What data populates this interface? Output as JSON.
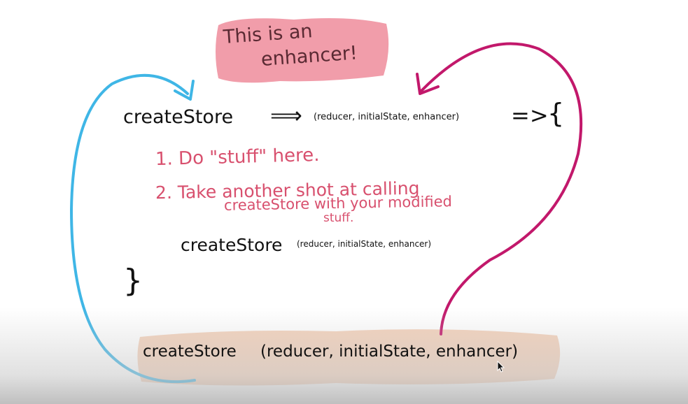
{
  "note": {
    "line1": "This is an",
    "line2": "enhancer!"
  },
  "signature": {
    "name": "createStore",
    "arrow1": "⟹",
    "params": "(reducer, initialState, enhancer)",
    "arrow2": "=>",
    "open_brace": "{"
  },
  "steps": {
    "step1": "1. Do \"stuff\" here.",
    "step2_line1": "2. Take another shot at calling",
    "step2_line2": "createStore with your modified",
    "step2_line3": "stuff."
  },
  "inner_call": {
    "name": "createStore",
    "params": "(reducer, initialState, enhancer)"
  },
  "close_brace": "}",
  "bottom_call": {
    "name": "createStore",
    "params": "(reducer, initialState, enhancer)"
  },
  "colors": {
    "blue_arrow": "#3fb6e6",
    "magenta_arrow": "#c2186b",
    "pink_highlight": "#ef8c9b",
    "peach_highlight": "#f3cdb5",
    "pink_text": "#d8506e",
    "black_text": "#111111"
  }
}
